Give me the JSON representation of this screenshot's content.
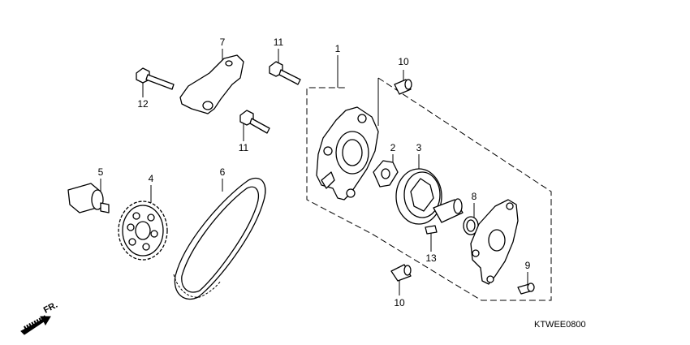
{
  "diagram": {
    "callouts": {
      "c1": "1",
      "c2": "2",
      "c3": "3",
      "c4": "4",
      "c5": "5",
      "c6": "6",
      "c7": "7",
      "c8": "8",
      "c9": "9",
      "c10a": "10",
      "c10b": "10",
      "c11a": "11",
      "c11b": "11",
      "c12": "12",
      "c13": "13"
    },
    "direction_label": "FR.",
    "diagram_code": "KTWEE0800"
  }
}
